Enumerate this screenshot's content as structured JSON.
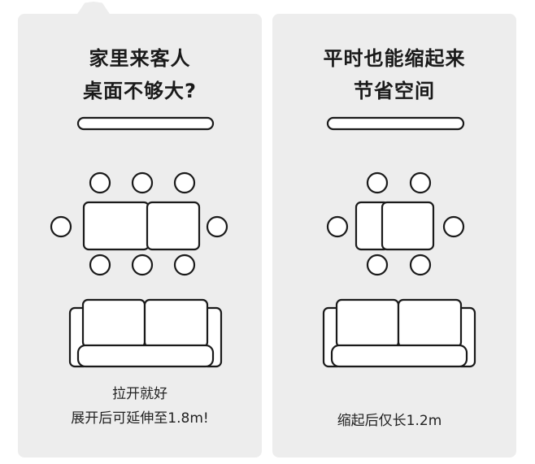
{
  "left_card": {
    "title_line1": "家里来客人",
    "title_line2": "桌面不够大?",
    "caption_line1": "拉开就好",
    "caption_line2": "展开后可延伸至1.8m!"
  },
  "right_card": {
    "title_line1": "平时也能缩起来",
    "title_line2": "节省空间",
    "caption_line1": "缩起后仅长1.2m"
  },
  "colors": {
    "card_background": "#ededed",
    "stroke": "#1a1a1a",
    "fill": "#ffffff"
  }
}
